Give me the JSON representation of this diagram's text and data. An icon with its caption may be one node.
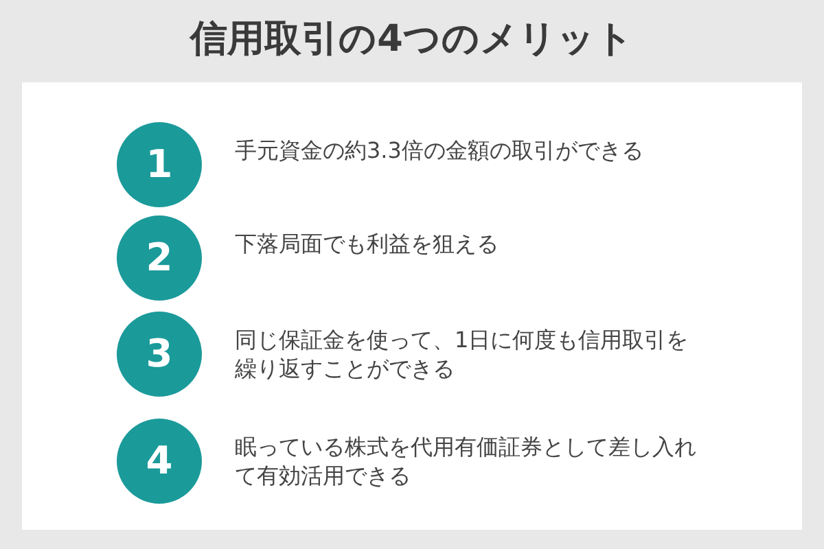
{
  "diagram": {
    "title": "信用取引の4つのメリット",
    "nodes": [
      {
        "text": [
          "1"
        ],
        "beside": [
          "手元資金の約3.3倍の金額の取引ができる"
        ]
      },
      {
        "text": [
          "2"
        ],
        "beside": [
          "下落局面でも利益を狙える"
        ]
      },
      {
        "text": [
          "3"
        ],
        "beside": [
          "同じ保証金を使って、1日に何度も信用取引を繰り返すことができる"
        ]
      },
      {
        "text": [
          "4"
        ],
        "beside": [
          "眠っている株式を代用有価証券として差し入れて有効活用できる"
        ]
      }
    ],
    "edges": []
  }
}
